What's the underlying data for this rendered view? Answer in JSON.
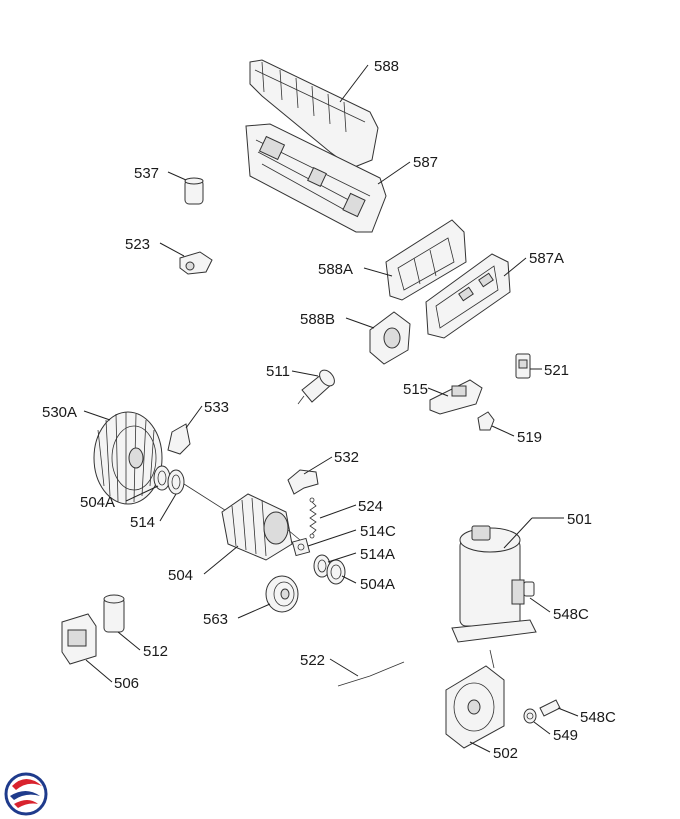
{
  "labels": {
    "p588": "588",
    "p587": "587",
    "p537": "537",
    "p523": "523",
    "p588A": "588A",
    "p587A": "587A",
    "p588B": "588B",
    "p511": "511",
    "p521": "521",
    "p515": "515",
    "p530A": "530A",
    "p533": "533",
    "p519": "519",
    "p532": "532",
    "p504A_left": "504A",
    "p514": "514",
    "p524": "524",
    "p501": "501",
    "p514C": "514C",
    "p514A": "514A",
    "p504": "504",
    "p504A_right": "504A",
    "p563": "563",
    "p548C_top": "548C",
    "p512": "512",
    "p522": "522",
    "p506": "506",
    "p548C_bottom": "548C",
    "p549": "549",
    "p502": "502"
  },
  "logo": {
    "icon": "brand-swirl-logo",
    "colors": [
      "#d9232e",
      "#1f3b8c"
    ]
  }
}
